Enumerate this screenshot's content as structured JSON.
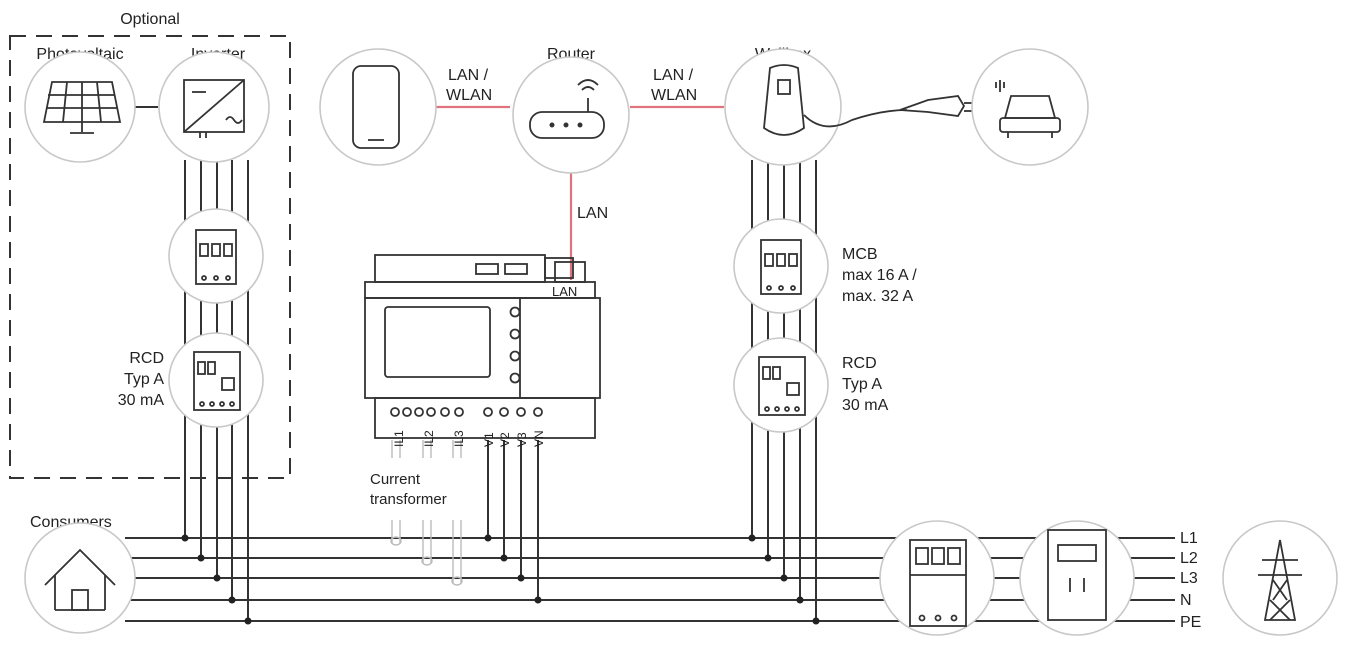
{
  "optional_label": "Optional",
  "components": {
    "photovoltaic": "Photovoltaic",
    "inverter": "Inverter",
    "router": "Router",
    "wallbox": "Wallbox",
    "consumers": "Consumers"
  },
  "links": {
    "phone_router": [
      "LAN /",
      "WLAN"
    ],
    "router_wallbox": [
      "LAN /",
      "WLAN"
    ],
    "router_meter": "LAN",
    "meter_port": "LAN"
  },
  "left_rcd": [
    "RCD",
    "Typ A",
    "30 mA"
  ],
  "right_mcb": [
    "MCB",
    "max 16 A /",
    "max. 32 A"
  ],
  "right_rcd": [
    "RCD",
    "Typ A",
    "30 mA"
  ],
  "meter_terminals": [
    "IL1",
    "IL2",
    "IL3",
    "V1",
    "V2",
    "V3",
    "VN"
  ],
  "current_transformer": [
    "Current",
    "transformer"
  ],
  "bus_lines": [
    "L1",
    "L2",
    "L3",
    "N",
    "PE"
  ],
  "icons": {
    "solar": "solar-panel-icon",
    "inverter": "inverter-icon",
    "phone": "smartphone-icon",
    "router": "router-icon",
    "wallbox": "wallbox-icon",
    "plug": "charging-plug-icon",
    "car": "car-icon",
    "breaker": "circuit-breaker-icon",
    "rcd": "rcd-icon",
    "house": "house-icon",
    "cabinet": "meter-cabinet-icon",
    "pylon": "power-pylon-icon"
  },
  "colors": {
    "network_link": "#e0737d",
    "wire": "#333333",
    "circle_border": "#c8c8c8"
  }
}
